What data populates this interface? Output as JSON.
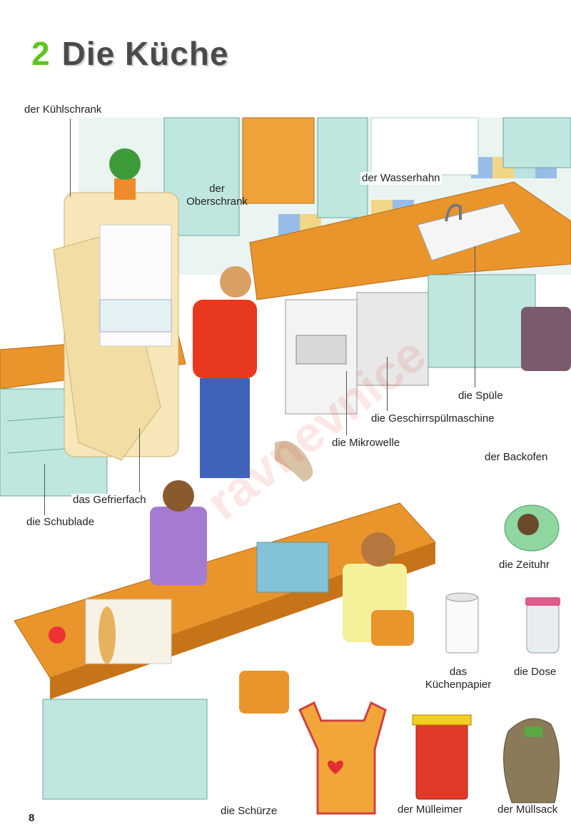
{
  "page": {
    "chapter_number": "2",
    "title": "Die Küche",
    "page_number": "8"
  },
  "labels": {
    "kuehlschrank": "der Kühlschrank",
    "oberschrank_line1": "der",
    "oberschrank_line2": "Oberschrank",
    "wasserhahn": "der Wasserhahn",
    "spuele": "die Spüle",
    "geschirrspuelmaschine": "die Geschirrspülmaschine",
    "mikrowelle": "die Mikrowelle",
    "backofen": "der Backofen",
    "gefrierfach": "das Gefrierfach",
    "schublade": "die Schublade",
    "zeituhr": "die Zeituhr",
    "kuechenpapier_line1": "das",
    "kuechenpapier_line2": "Küchenpapier",
    "dose": "die Dose",
    "schuerze": "die Schürze",
    "muelleimer": "der Mülleimer",
    "muellsack": "der Müllsack"
  }
}
